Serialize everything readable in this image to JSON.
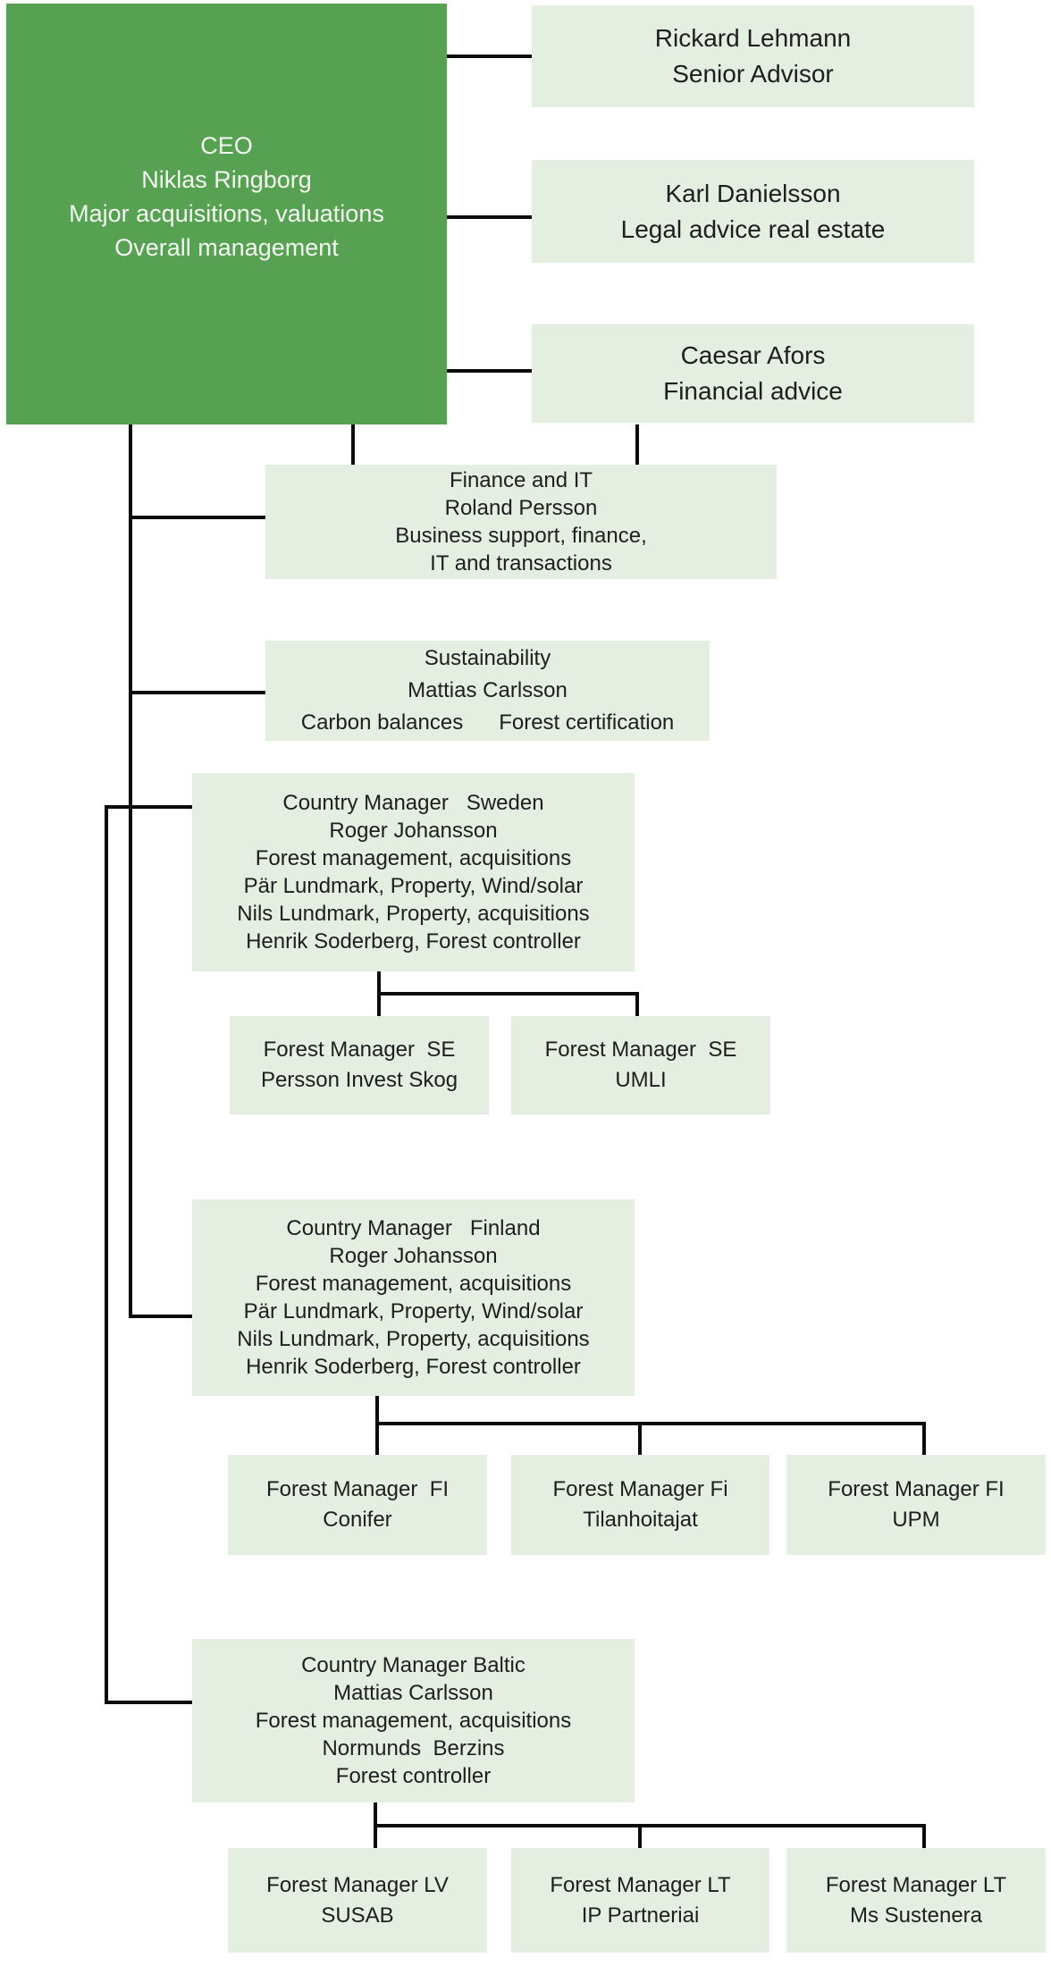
{
  "colors": {
    "ceo_fill": "#57a152",
    "ceo_text": "#f3f7f1",
    "box_fill": "#e4efe2",
    "line": "#0b0b0b",
    "text": "#1e1e1e"
  },
  "ceo": {
    "lines": [
      "CEO",
      "Niklas Ringborg",
      "Major acquisitions, valuations",
      "Overall management"
    ]
  },
  "advisors": [
    {
      "lines": [
        "Rickard Lehmann",
        "Senior Advisor"
      ]
    },
    {
      "lines": [
        "Karl Danielsson",
        "Legal advice real estate"
      ]
    },
    {
      "lines": [
        "Caesar Afors",
        "Financial advice"
      ]
    }
  ],
  "staff_functions": [
    {
      "lines": [
        "Finance and IT",
        "Roland Persson",
        "Business support, finance,",
        "IT and transactions"
      ]
    },
    {
      "lines": [
        "Sustainability",
        "Mattias Carlsson",
        "Carbon balances      Forest certification"
      ]
    }
  ],
  "countries": [
    {
      "lines": [
        "Country Manager   Sweden",
        "Roger Johansson",
        "Forest management, acquisitions",
        "Pär Lundmark, Property, Wind/solar",
        "Nils Lundmark, Property, acquisitions",
        "Henrik Soderberg, Forest controller"
      ],
      "children": [
        {
          "lines": [
            "Forest Manager  SE",
            "Persson Invest Skog"
          ]
        },
        {
          "lines": [
            "Forest Manager  SE",
            "UMLI"
          ]
        }
      ]
    },
    {
      "lines": [
        "Country Manager   Finland",
        "Roger Johansson",
        "Forest management, acquisitions",
        "Pär Lundmark, Property, Wind/solar",
        "Nils Lundmark, Property, acquisitions",
        "Henrik Soderberg, Forest controller"
      ],
      "children": [
        {
          "lines": [
            "Forest Manager  FI",
            "Conifer"
          ]
        },
        {
          "lines": [
            "Forest Manager Fi",
            "Tilanhoitajat"
          ]
        },
        {
          "lines": [
            "Forest Manager FI",
            "UPM"
          ]
        }
      ]
    },
    {
      "lines": [
        "Country Manager Baltic",
        "Mattias Carlsson",
        "Forest management, acquisitions",
        "Normunds  Berzins",
        "Forest controller"
      ],
      "children": [
        {
          "lines": [
            "Forest Manager LV",
            "SUSAB"
          ]
        },
        {
          "lines": [
            "Forest Manager LT",
            "IP Partneriai"
          ]
        },
        {
          "lines": [
            "Forest Manager LT",
            "Ms Sustenera"
          ]
        }
      ]
    }
  ]
}
